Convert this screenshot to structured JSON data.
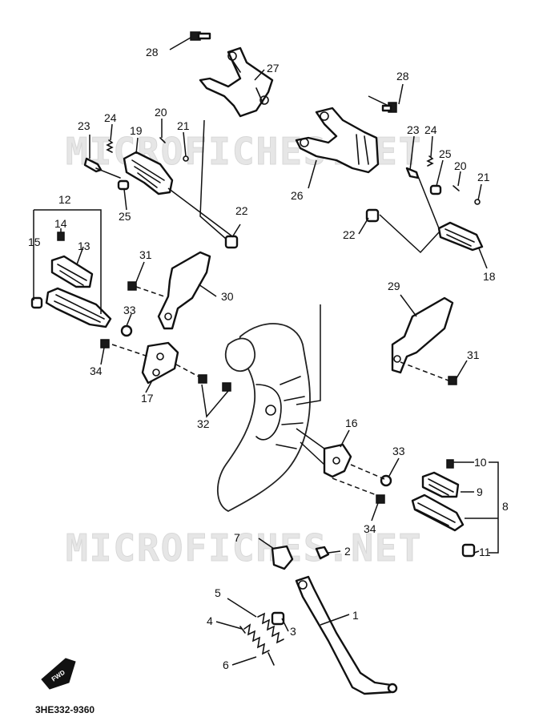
{
  "watermark": "MICROFICHES.NET",
  "diagram_code": "3HE332-9360",
  "front_label": "FWD",
  "callouts": {
    "c1": "1",
    "c2": "2",
    "c3": "3",
    "c4": "4",
    "c5": "5",
    "c6": "6",
    "c7": "7",
    "c8": "8",
    "c9": "9",
    "c10": "10",
    "c11": "11",
    "c12": "12",
    "c13": "13",
    "c14": "14",
    "c15": "15",
    "c16": "16",
    "c17": "17",
    "c18": "18",
    "c19": "19",
    "c20a": "20",
    "c20b": "20",
    "c21a": "21",
    "c21b": "21",
    "c22a": "22",
    "c22b": "22",
    "c23a": "23",
    "c23b": "23",
    "c24a": "24",
    "c24b": "24",
    "c25a": "25",
    "c25b": "25",
    "c26": "26",
    "c27": "27",
    "c28a": "28",
    "c28b": "28",
    "c29": "29",
    "c30": "30",
    "c31a": "31",
    "c31b": "31",
    "c32": "32",
    "c33a": "33",
    "c33b": "33",
    "c34a": "34",
    "c34b": "34"
  }
}
